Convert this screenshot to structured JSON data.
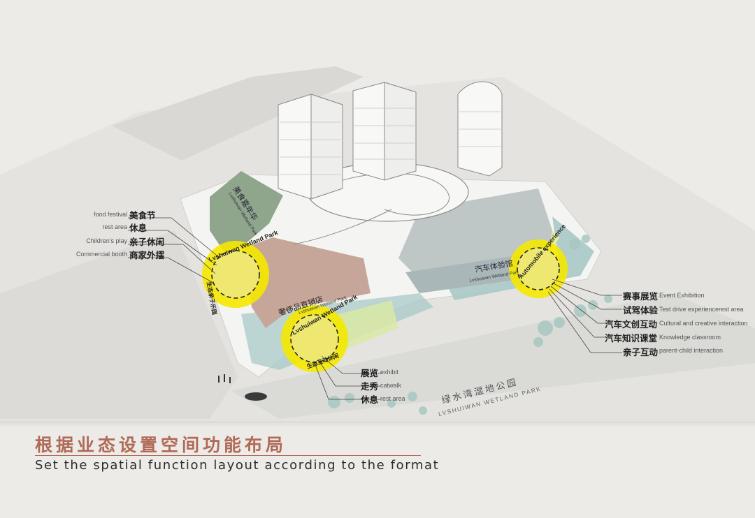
{
  "caption": {
    "title_cn": "根据业态设置空间功能布局",
    "title_en": "Set the spatial function layout according to the format"
  },
  "zones": {
    "food_carnival": "美食嘉年华",
    "luxury_outlet": "奢侈品直销店",
    "auto_experience": "汽车体验馆",
    "wetland_sub": "Lvshuiwan Wetland Park",
    "park_cn": "绿水湾湿地公园",
    "park_en": "LVSHUIWAN WETLAND PARK"
  },
  "circles": {
    "left_ring": "Lvshuiwan Wetland Park",
    "bottom_ring": "Lvshuiwan Wetland Park",
    "right_ring": "Automobile experience",
    "left_ring_cn": "生态亲子乐园",
    "bottom_ring_cn": "生态互动休闲"
  },
  "callouts_left": [
    {
      "en": "food festival",
      "cn": "美食节"
    },
    {
      "en": "rest area",
      "cn": "休息"
    },
    {
      "en": "Children's play",
      "cn": "亲子休闲"
    },
    {
      "en": "Commercial booth",
      "cn": "商家外摆"
    }
  ],
  "callouts_bottom": [
    {
      "cn": "展览",
      "en": "exhibit"
    },
    {
      "cn": "走秀",
      "en": "catwalk"
    },
    {
      "cn": "休息",
      "en": "rest area"
    }
  ],
  "callouts_right": [
    {
      "cn": "赛事展览",
      "en": "Event Exhibition"
    },
    {
      "cn": "试驾体验",
      "en": "Test drive experiencerest area"
    },
    {
      "cn": "汽车文创互动",
      "en": "Cultural and creative interaction"
    },
    {
      "cn": "汽车知识课堂",
      "en": "Knowledge classroom"
    },
    {
      "cn": "亲子互动",
      "en": "parent-child interaction"
    }
  ],
  "colors": {
    "highlight": "#f5e800",
    "food_zone": "#8fa58c",
    "luxury_zone": "#c7a69a",
    "auto_zone": "#a9b7b8",
    "water": "#a9c9c7",
    "accent": "#b06a57"
  }
}
